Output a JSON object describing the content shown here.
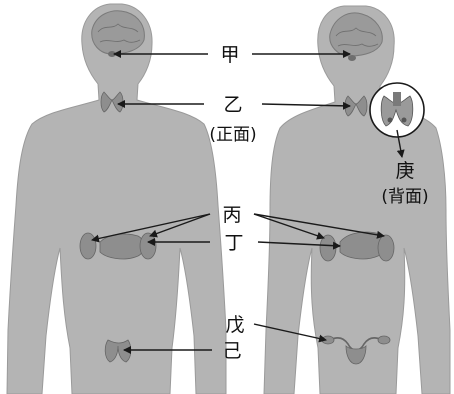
{
  "labels": {
    "jia": "甲",
    "yi": "乙",
    "yi_note": "(正面)",
    "bing": "丙",
    "ding": "丁",
    "wu": "戊",
    "ji": "己",
    "geng": "庚",
    "geng_note": "(背面)"
  },
  "colors": {
    "body": "#b4b4b4",
    "body_edge": "#8a8a8a",
    "organ": "#8e8e8e",
    "line": "#1a1a1a"
  }
}
